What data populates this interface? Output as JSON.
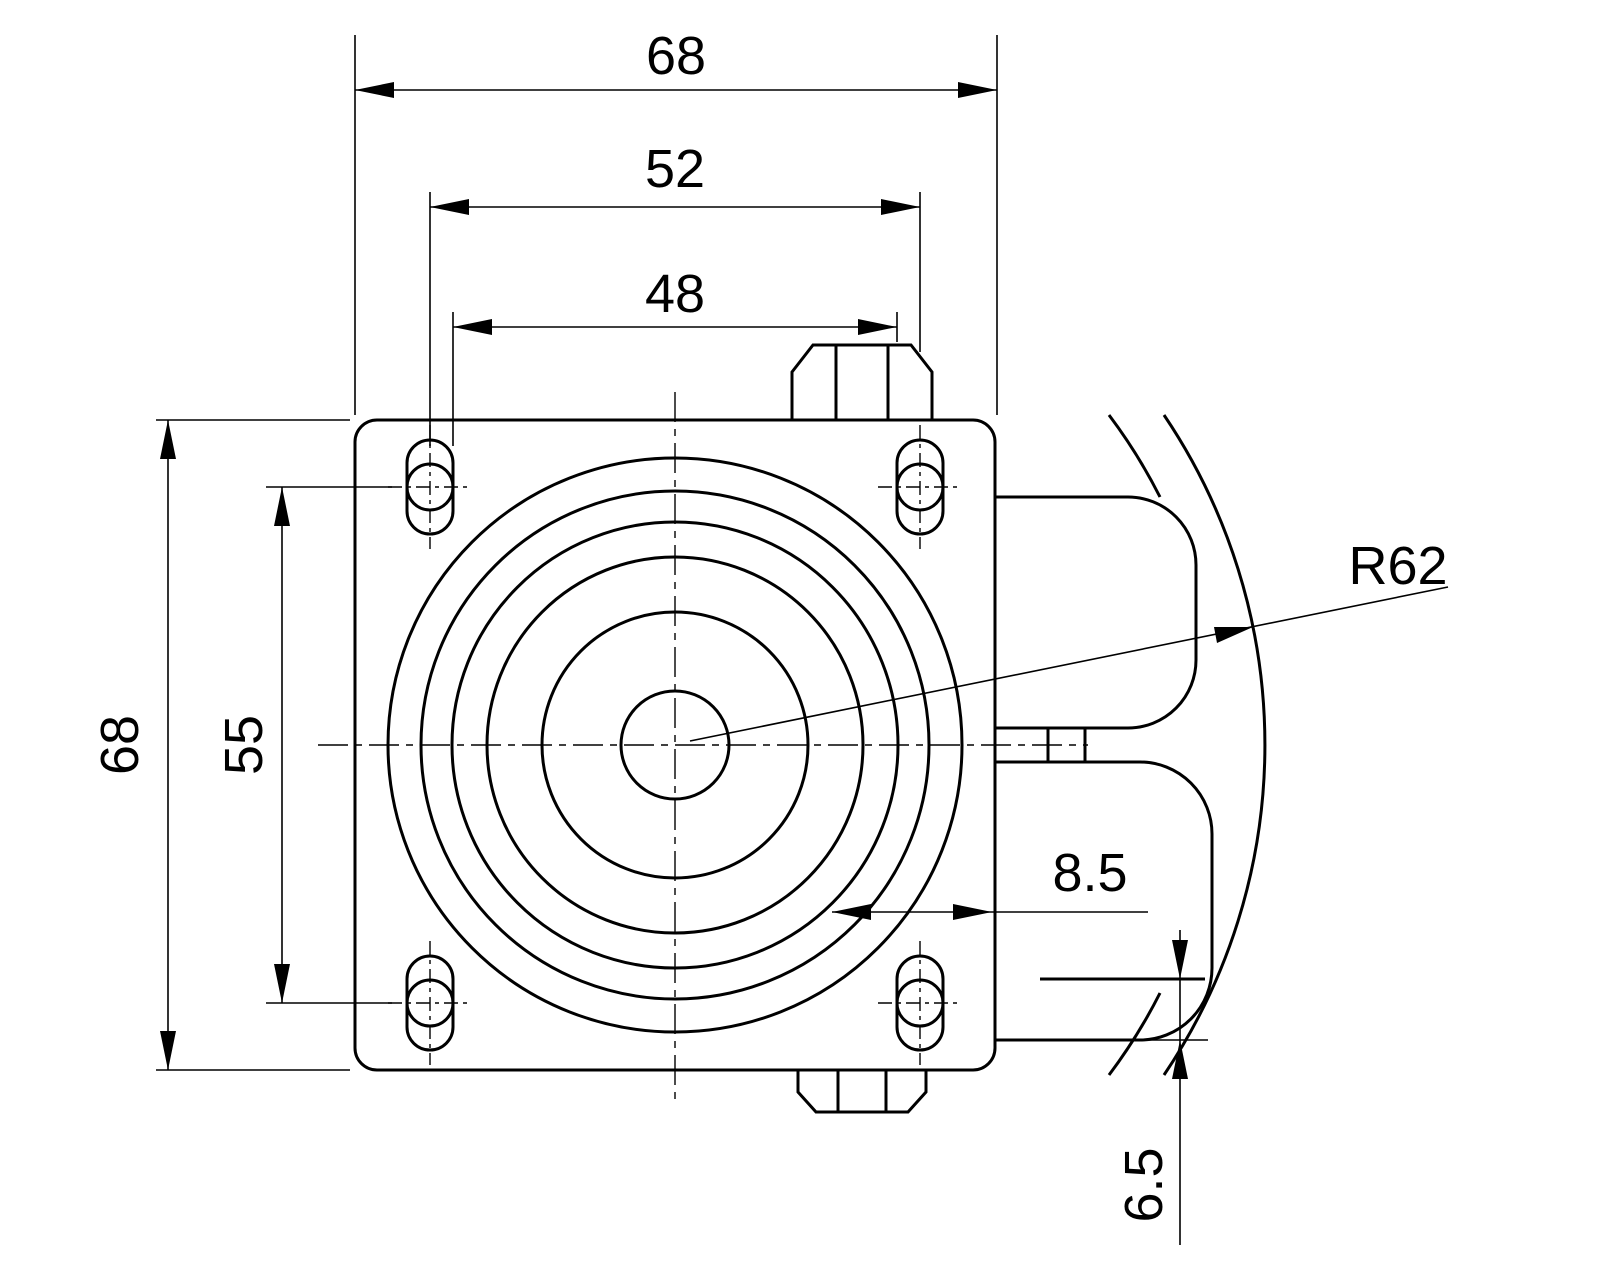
{
  "drawing": {
    "colors": {
      "line": "#000000",
      "background": "#ffffff"
    },
    "dimensions": {
      "plate_width": "68",
      "slot_center_span": "52",
      "slot_inner_span": "48",
      "plate_height": "68",
      "slot_vertical_span": "55",
      "swivel_radius": "R62",
      "wheel_offset": "8.5",
      "bottom_clearance": "6.5"
    }
  }
}
